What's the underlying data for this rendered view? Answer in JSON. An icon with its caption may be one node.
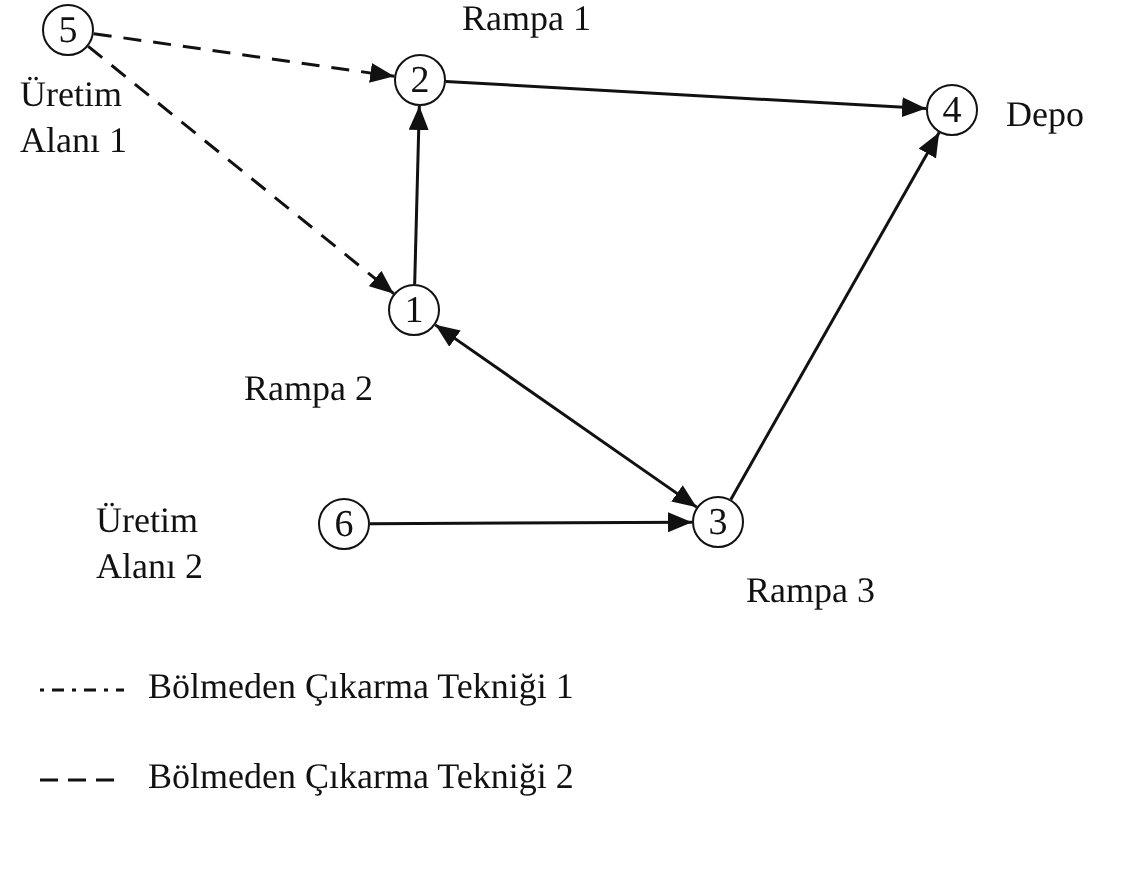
{
  "diagram": {
    "nodes": [
      {
        "text": [
          "5"
        ],
        "beside": [
          "Üretim Alanı 1"
        ]
      },
      {
        "text": [
          "2"
        ],
        "beside": [
          "Rampa 1"
        ]
      },
      {
        "text": [
          "4"
        ],
        "beside": [
          "Depo"
        ]
      },
      {
        "text": [
          "1"
        ],
        "beside": [
          "Rampa 2"
        ]
      },
      {
        "text": [
          "6"
        ],
        "beside": [
          "Üretim Alanı 2"
        ]
      },
      {
        "text": [
          "3"
        ],
        "beside": [
          "Rampa 3"
        ]
      }
    ],
    "edges": [
      {
        "from": 0,
        "to": 1,
        "arrow": "to",
        "style": "dashed"
      },
      {
        "from": 0,
        "to": 3,
        "arrow": "to",
        "style": "dashed"
      },
      {
        "from": 3,
        "to": 1,
        "arrow": "to"
      },
      {
        "from": 1,
        "to": 2,
        "arrow": "to"
      },
      {
        "from": 3,
        "to": 5,
        "arrow": "both"
      },
      {
        "from": 4,
        "to": 5,
        "arrow": "to"
      },
      {
        "from": 5,
        "to": 2,
        "arrow": "to"
      }
    ],
    "legend": [
      {
        "text": "Bölmeden Çıkarma Tekniği 1"
      },
      {
        "text": "Bölmeden Çıkarma Tekniği 2"
      }
    ]
  }
}
